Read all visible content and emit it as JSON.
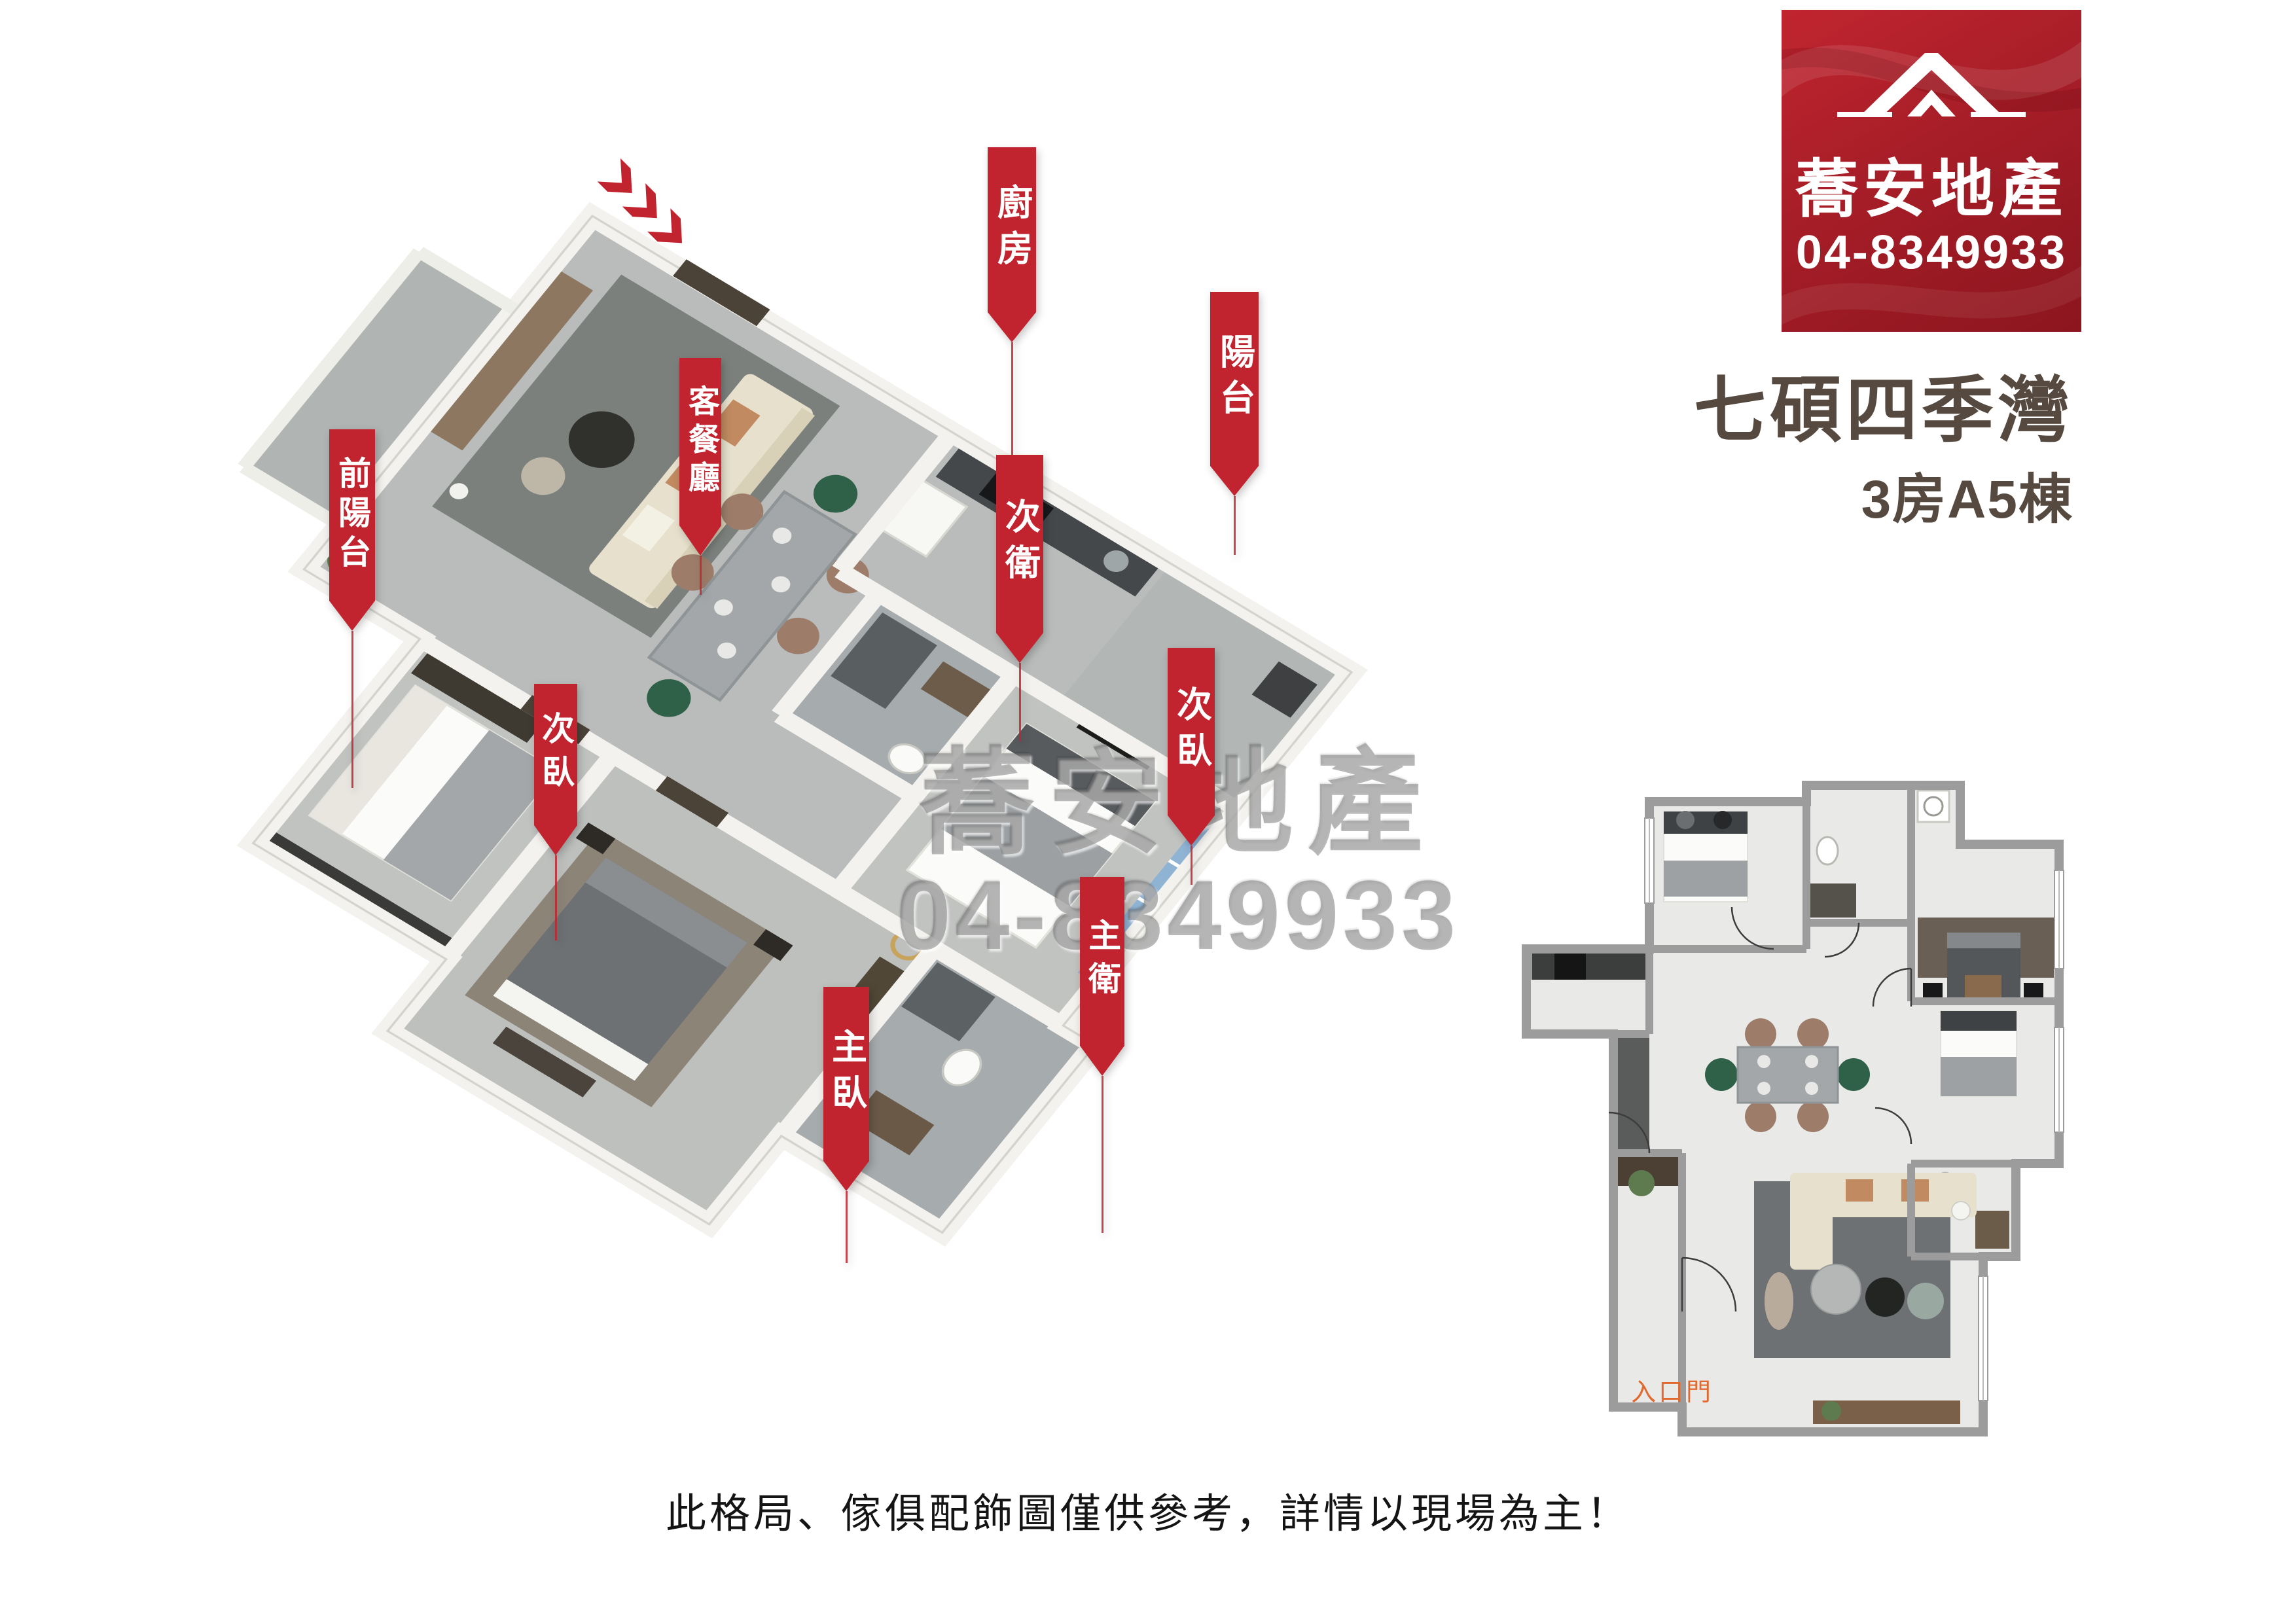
{
  "logo": {
    "name": "蕎安地產",
    "phone": "04-8349933",
    "icon": "house-roof-icon",
    "bg_color": "#a51d27",
    "text_color": "#ffffff"
  },
  "title": {
    "main": "七碩四季灣",
    "sub": "3房A5棟",
    "color": "#564a40"
  },
  "floor3d": {
    "banner_color": "#c2242f",
    "banners": [
      {
        "id": "kitchen",
        "label": "廚房"
      },
      {
        "id": "balcony",
        "label": "陽台"
      },
      {
        "id": "front-balcony",
        "label": "前陽台"
      },
      {
        "id": "living-dining",
        "label": "客餐廳"
      },
      {
        "id": "secondary-bath",
        "label": "次衛"
      },
      {
        "id": "secondary-bedroom-right",
        "label": "次臥"
      },
      {
        "id": "secondary-bedroom-left",
        "label": "次臥"
      },
      {
        "id": "master-bath",
        "label": "主衛"
      },
      {
        "id": "master-bedroom",
        "label": "主臥"
      }
    ],
    "watermark": {
      "line1": "蕎安地產",
      "line2": "04-8349933",
      "color": "#767676"
    }
  },
  "floor2d": {
    "entry_label": "入口門",
    "entry_label_color": "#e2692e"
  },
  "disclaimer": "此格局、傢俱配飾圖僅供參考，詳情以現場為主！"
}
